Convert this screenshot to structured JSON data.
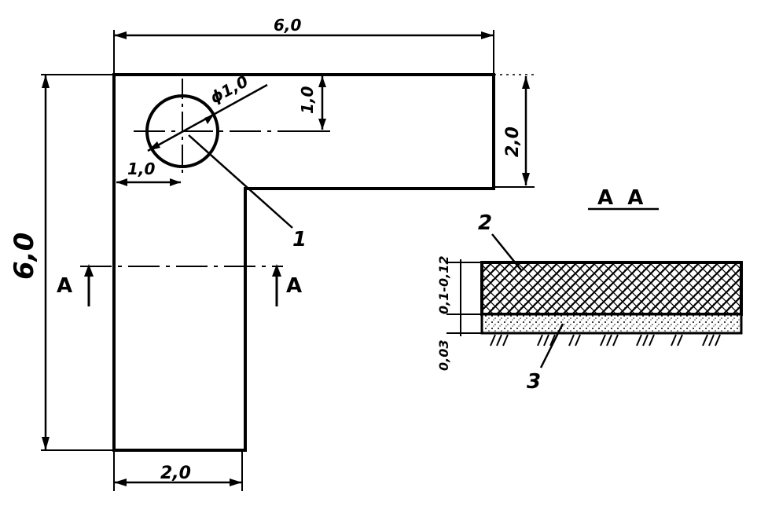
{
  "drawing": {
    "dimensions": {
      "top_width": "6,0",
      "left_height": "6,0",
      "bottom_width": "2,0",
      "right_height": "2,0",
      "hole_diameter": "ϕ1,0",
      "hole_offset_x": "1,0",
      "hole_offset_y": "1,0"
    },
    "section_marks": {
      "left": "A",
      "right": "A"
    },
    "section_view": {
      "title": "A  A",
      "layer_thickness_top": "0,1-0,12",
      "layer_thickness_bottom": "0,03"
    },
    "callouts": {
      "one": "1",
      "two": "2",
      "three": "3"
    }
  }
}
